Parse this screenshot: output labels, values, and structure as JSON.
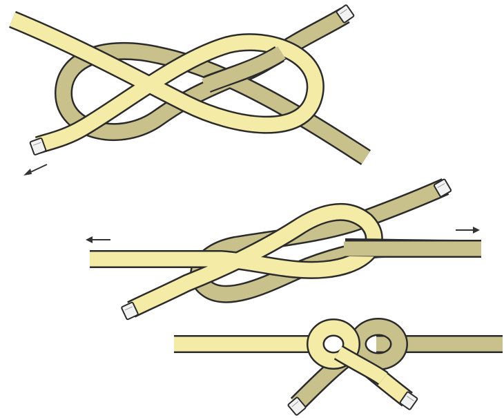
{
  "diagram": {
    "steps": [
      {
        "id": "loose"
      },
      {
        "id": "tightening"
      },
      {
        "id": "tied"
      }
    ],
    "colors": {
      "rope_light": "#f4eba6",
      "rope_dark": "#c9c18c",
      "outline": "#2b2b2b",
      "tip_fill": "#f2f2f2",
      "arrow": "#333333",
      "background": "#ffffff"
    },
    "icons": [
      "arrow-left-icon",
      "arrow-right-icon",
      "whipped-rope-end-icon"
    ]
  }
}
